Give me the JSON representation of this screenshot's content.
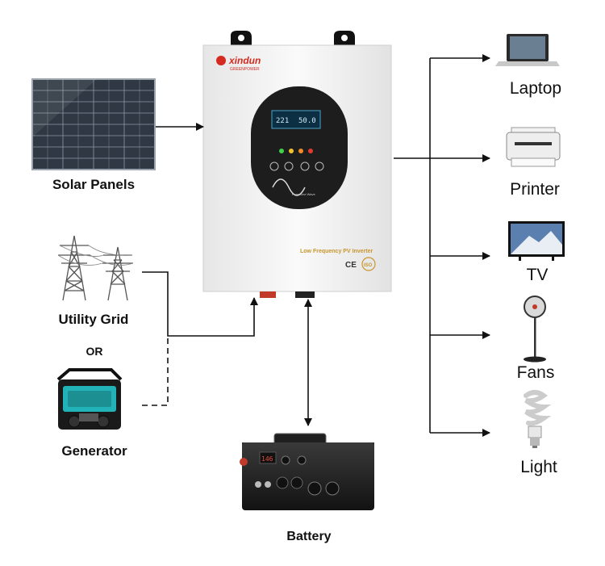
{
  "sources": {
    "solar": "Solar Panels",
    "grid": "Utility Grid",
    "or": "OR",
    "generator": "Generator"
  },
  "battery": {
    "label": "Battery",
    "display": "146"
  },
  "inverter": {
    "brand": "xindun",
    "sub_brand": "GREENPOWER",
    "model": "Low Frequency PV Inverter",
    "lcd_left": "221",
    "lcd_right": "50.0",
    "wave_caption": "Pure Sine Wave",
    "cert_ce": "CE",
    "cert_iso": "ISO"
  },
  "loads": {
    "laptop": "Laptop",
    "printer": "Printer",
    "tv": "TV",
    "fans": "Fans",
    "light": "Light"
  },
  "colors": {
    "line": "#111111",
    "inverter_body": "#f3f3f3",
    "panel_dark": "#1d1d1d",
    "accent_red": "#d42a1f",
    "model_text": "#c8962e",
    "generator_teal": "#22b3b8"
  }
}
